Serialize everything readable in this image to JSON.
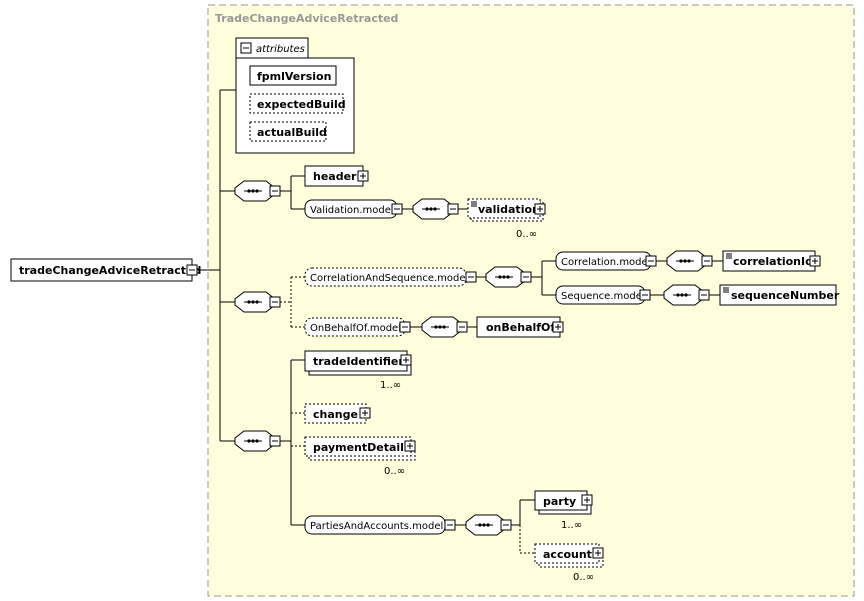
{
  "diagram": {
    "title": "TradeChangeAdviceRetracted",
    "root": "tradeChangeAdviceRetracted",
    "attributes_label": "attributes",
    "attributes": [
      "fpmlVersion",
      "expectedBuild",
      "actualBuild"
    ],
    "group1": {
      "header": "header",
      "validation_model": "Validation.model",
      "validation": "validation",
      "validation_card": "0..∞"
    },
    "group2": {
      "correlation_and_sequence": "CorrelationAndSequence.model",
      "correlation_model": "Correlation.model",
      "correlation_id": "correlationId",
      "sequence_model": "Sequence.model",
      "sequence_number": "sequenceNumber",
      "on_behalf_of_model": "OnBehalfOf.model",
      "on_behalf_of": "onBehalfOf"
    },
    "group3": {
      "trade_identifier": "tradeIdentifier",
      "trade_identifier_card": "1..∞",
      "change": "change",
      "payment_details": "paymentDetails",
      "payment_details_card": "0..∞",
      "parties_and_accounts": "PartiesAndAccounts.model",
      "party": "party",
      "party_card": "1..∞",
      "account": "account",
      "account_card": "0..∞"
    },
    "colors": {
      "frame_fill": "#ffffdd",
      "frame_border": "#999999",
      "title": "#999999"
    }
  }
}
